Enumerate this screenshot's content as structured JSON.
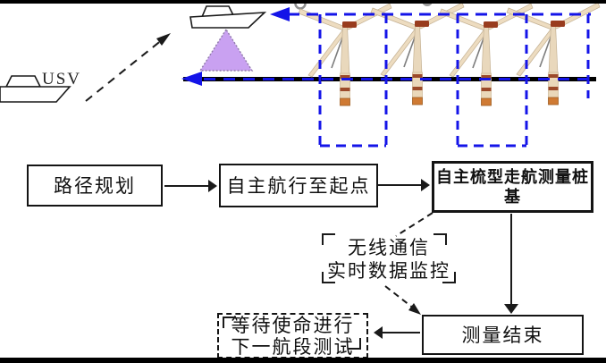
{
  "scene": {
    "usv_label": "USV",
    "icons": [
      "usv-boat-icon",
      "survey-vessel-icon",
      "sonar-beam-icon",
      "wind-turbine-icon"
    ],
    "colors": {
      "path_blue": "#1414e8",
      "sonar_fill": "#c9a1f1",
      "line_black": "#000000",
      "turbine_cream": "#eddcc0",
      "turbine_band_brown": "#9c4a2a",
      "pile_cap_orange": "#cf7a33"
    }
  },
  "flowchart": {
    "path_planning": "路径规划",
    "navigate_to_start": "自主航行至起点",
    "comb_survey_line1": "自主梳型走航测量桩",
    "comb_survey_line2": "基",
    "monitor_line1": "无线通信",
    "monitor_line2": "实时数据监控",
    "measure_end": "测量结束",
    "wait_line1": "等待使命进行",
    "wait_line2": "下一航段测试"
  }
}
